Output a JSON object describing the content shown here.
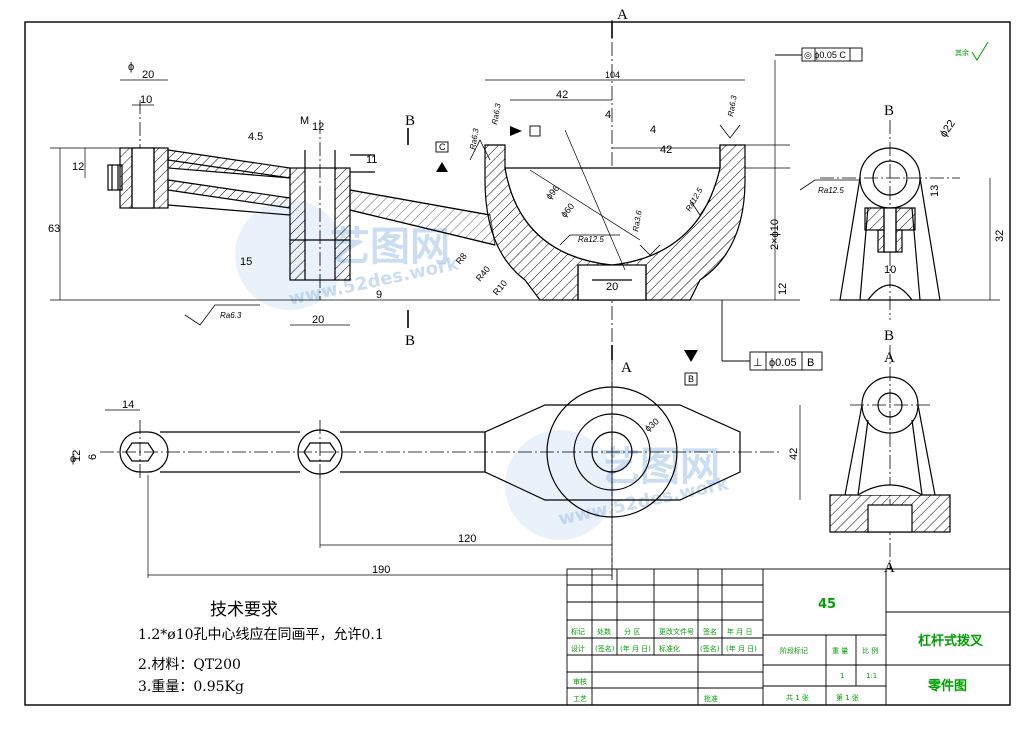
{
  "sections": {
    "a_top": "A",
    "a_bottom": "A",
    "a_mid": "A",
    "a_right_top": "A",
    "a_right_bottom": "A",
    "b_top": "B",
    "b_bottom": "B",
    "b_right_top": "B",
    "b_right_bottom": "B"
  },
  "dimensions": {
    "phi_label": "ϕ",
    "d20_top": "20",
    "d10_top": "10",
    "d4_5": "4.5",
    "d12_top": "12",
    "m_label": "M",
    "d12_left": "12",
    "d63": "63",
    "d15": "15",
    "d9": "9",
    "d20_bottom": "20",
    "d11": "11",
    "d104": "104",
    "d42_a": "42",
    "d4_a": "4",
    "d4_b": "4",
    "d42_b": "42",
    "d96": "ϕ96",
    "d60": "ϕ60",
    "r8": "R8",
    "r40": "R40",
    "r10": "R10",
    "d20_mid": "20",
    "d2x10": "2×ϕ10",
    "d12_right": "12",
    "d22": "ϕ22",
    "d13": "13",
    "d32": "32",
    "d10_right": "10",
    "d14": "14",
    "phi_bottom": "ϕ",
    "d12_bottom": "12",
    "d6": "6",
    "d30": "ϕ30",
    "d42_bottom": "42",
    "d120": "120",
    "d190": "190"
  },
  "roughness": {
    "ra63_a": "Ra6.3",
    "ra63_b": "Ra6.3",
    "ra63_c": "Ra6.3",
    "ra63_d": "Ra6.3",
    "ra125_a": "Ra12.5",
    "ra125_b": "Ra12.5",
    "ra125_c": "Ra12.5",
    "ra36": "Ra3.6",
    "other": "其余"
  },
  "tolerances": {
    "concentric": "◎ ϕ0.05 C",
    "perpendicular_symbol": "⊥",
    "perpendicular_value": "ϕ0.05",
    "perpendicular_datum": "B",
    "datum_c": "C",
    "datum_b": "B"
  },
  "requirements": {
    "title": "技术要求",
    "line1": "1.2*ø10孔中心线应在同画平，允许0.1",
    "line2": "2.材料：QT200",
    "line3": "3.重量：0.95Kg"
  },
  "title_block": {
    "material": "45",
    "part_name": "杠杆式拨叉",
    "drawing_type": "零件图",
    "row_labels": [
      "标记",
      "处数",
      "分 区",
      "更改文件号",
      "签名",
      "年 月 日"
    ],
    "row2_labels": [
      "设计",
      "(签名)",
      "(年 月 日)",
      "标准化",
      "(签名)",
      "(年 月 日)"
    ],
    "stage_headers": [
      "阶段标记",
      "重 量",
      "比 例"
    ],
    "weight": "1",
    "scale": "1:1",
    "review": "审核",
    "process": "工艺",
    "approve": "批准",
    "sheets_total": "共 1 张",
    "sheet_no": "第 1 张"
  },
  "watermark": {
    "text_cn": "艺图网",
    "text_en": "www.52des.work"
  }
}
